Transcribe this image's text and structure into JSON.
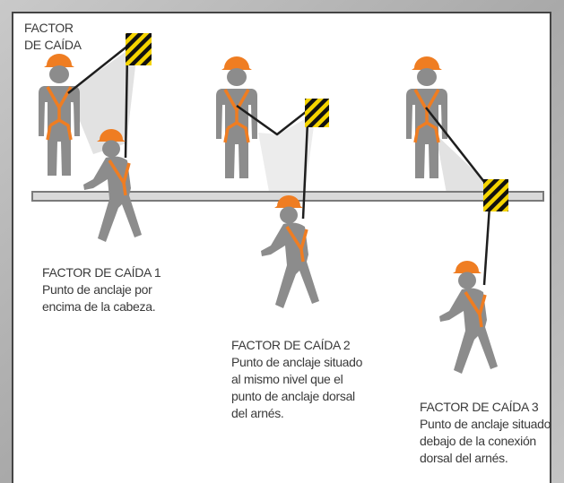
{
  "header": {
    "title_line1": "FACTOR",
    "title_line2": "DE CAÍDA"
  },
  "cases": [
    {
      "heading": "FACTOR DE CAÍDA 1",
      "lines": [
        "Punto de anclaje por",
        "encima de la cabeza."
      ]
    },
    {
      "heading": "FACTOR DE CAÍDA 2",
      "lines": [
        "Punto de anclaje situado",
        "al mismo nivel que el",
        "punto de anclaje dorsal",
        "del arnés."
      ]
    },
    {
      "heading": "FACTOR DE CAÍDA 3",
      "lines": [
        "Punto de anclaje situado",
        "debajo de la conexión",
        "dorsal del arnés."
      ]
    }
  ],
  "colors": {
    "figure": "#8c8c8c",
    "helmet": "#ef7d22",
    "harness": "#ef7d22",
    "rope": "#1e1e1e",
    "platform": "#d9d9d9",
    "platform_edge": "#7a7a7a",
    "anchor_yellow": "#f5d400",
    "anchor_black": "#111111",
    "swing_shade": "#e2e2e2"
  },
  "icons": [
    "anchor-point-icon",
    "worker-standing-icon",
    "worker-falling-icon"
  ]
}
